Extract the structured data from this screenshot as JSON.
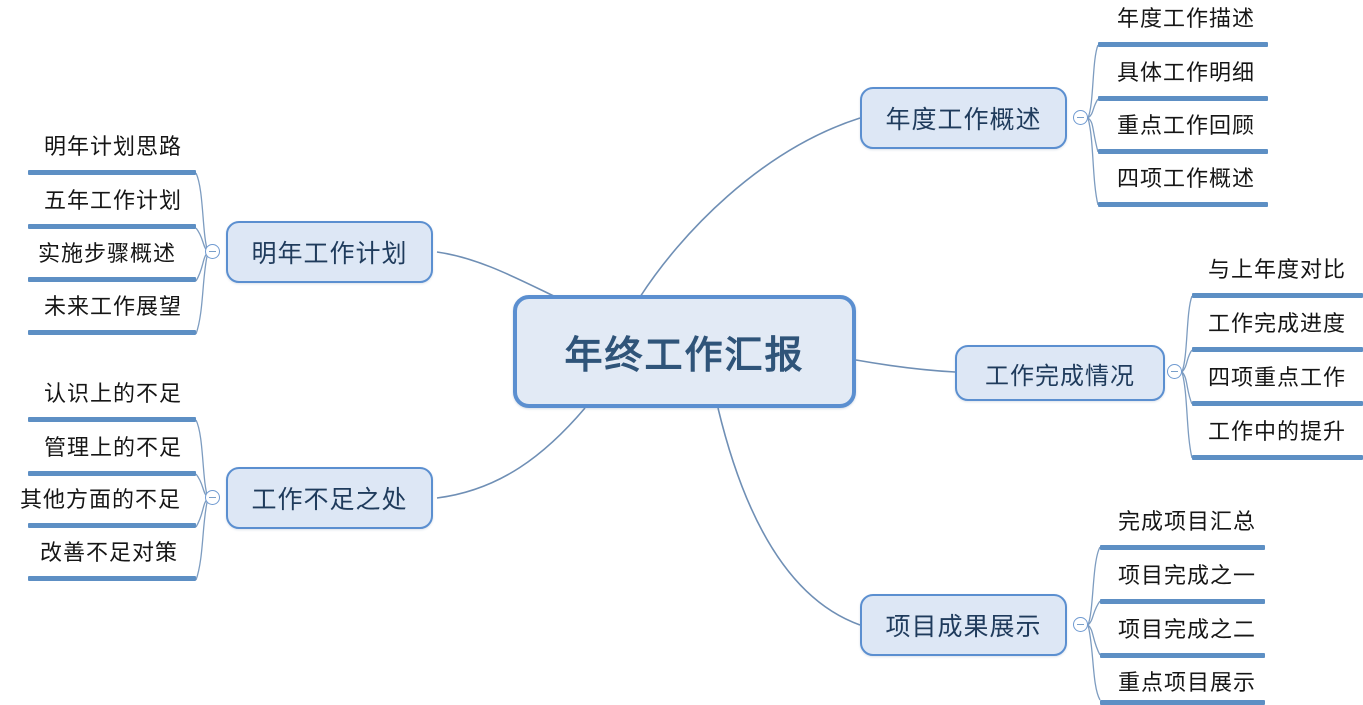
{
  "colors": {
    "accent": "#5b8fd0",
    "node_fill": "#dde7f5",
    "center_fill": "#e2eaf5",
    "center_text": "#2f5479",
    "branch_text": "#1f3b5c",
    "leaf_text": "#161616",
    "bar": "#5d8fc4",
    "wire": "#6f8fb5",
    "background": "#ffffff"
  },
  "root": {
    "label": "年终工作汇报"
  },
  "toggle": {
    "symbol": "−",
    "state": "expanded"
  },
  "branches": [
    {
      "id": "annual-work-overview",
      "label": "年度工作概述",
      "side": "right",
      "leaves": [
        "年度工作描述",
        "具体工作明细",
        "重点工作回顾",
        "四项工作概述"
      ]
    },
    {
      "id": "work-completion",
      "label": "工作完成情况",
      "side": "right",
      "leaves": [
        "与上年度对比",
        "工作完成进度",
        "四项重点工作",
        "工作中的提升"
      ]
    },
    {
      "id": "project-results",
      "label": "项目成果展示",
      "side": "right",
      "leaves": [
        "完成项目汇总",
        "项目完成之一",
        "项目完成之二",
        "重点项目展示"
      ]
    },
    {
      "id": "next-year-plan",
      "label": "明年工作计划",
      "side": "left",
      "leaves": [
        "明年计划思路",
        "五年工作计划",
        "实施步骤概述",
        "未来工作展望"
      ]
    },
    {
      "id": "work-shortcomings",
      "label": "工作不足之处",
      "side": "left",
      "leaves": [
        "认识上的不足",
        "管理上的不足",
        "其他方面的不足",
        "改善不足对策"
      ]
    }
  ]
}
